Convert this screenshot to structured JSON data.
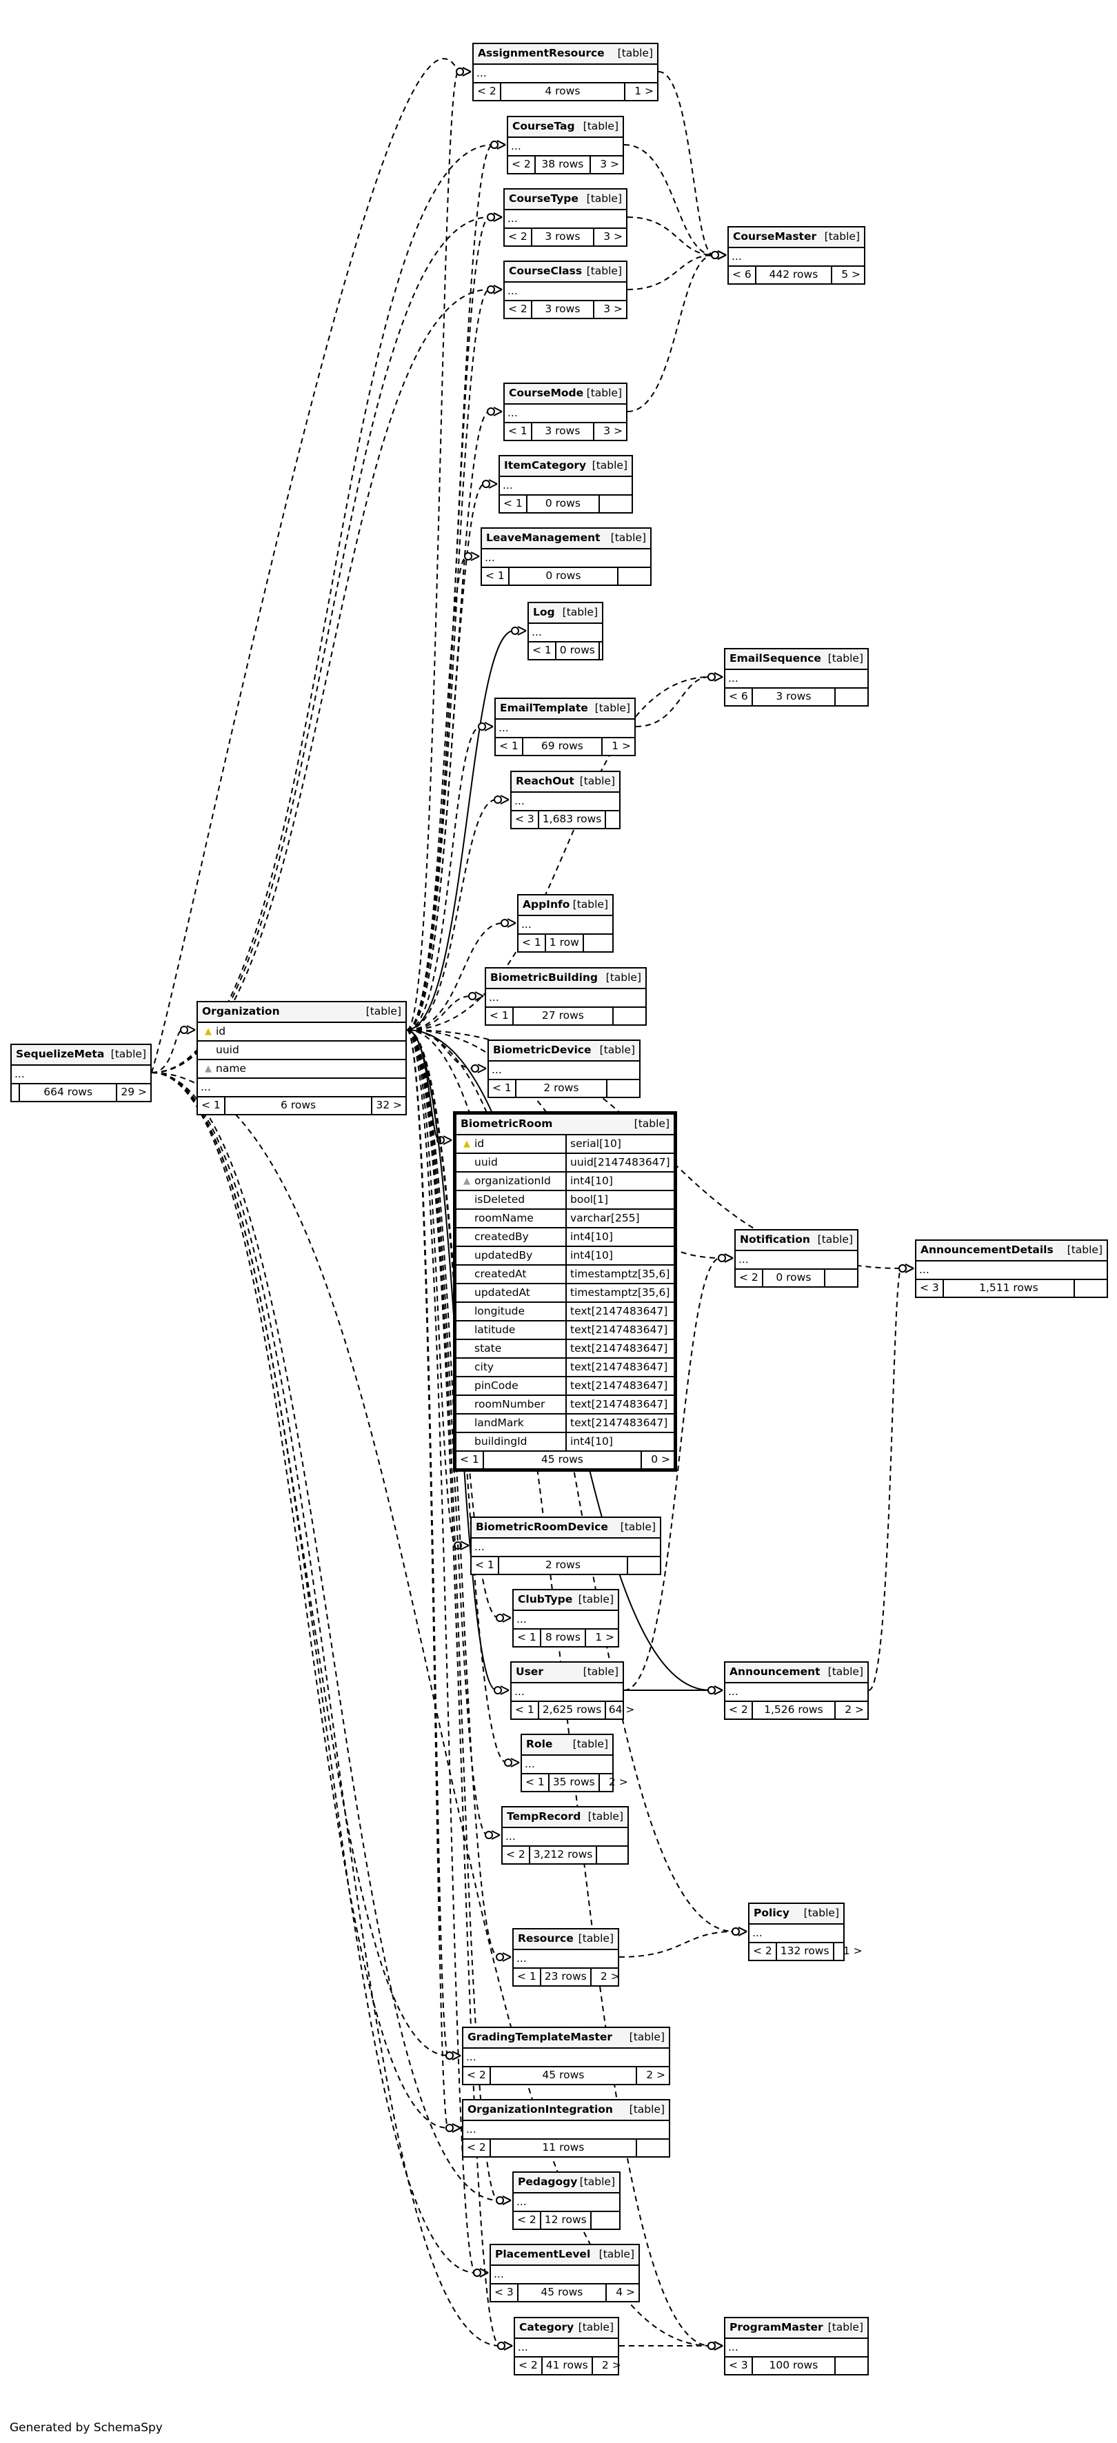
{
  "footer": {
    "generated_by": "Generated by SchemaSpy"
  },
  "tables": [
    {
      "id": "SequelizeMeta",
      "name": "SequelizeMeta",
      "kind": "[table]",
      "rows": "664 rows",
      "parents": "",
      "children": "29 >"
    },
    {
      "id": "Organization",
      "name": "Organization",
      "kind": "[table]",
      "columns": [
        {
          "name": "id",
          "key": "pk"
        },
        {
          "name": "uuid",
          "key": ""
        },
        {
          "name": "name",
          "key": "fk"
        }
      ],
      "more": "...",
      "rows": "6 rows",
      "parents": "< 1",
      "children": "32 >"
    },
    {
      "id": "AssignmentResource",
      "name": "AssignmentResource",
      "kind": "[table]",
      "rows": "4 rows",
      "parents": "< 2",
      "children": "1 >"
    },
    {
      "id": "CourseTag",
      "name": "CourseTag",
      "kind": "[table]",
      "rows": "38 rows",
      "parents": "< 2",
      "children": "3 >"
    },
    {
      "id": "CourseType",
      "name": "CourseType",
      "kind": "[table]",
      "rows": "3 rows",
      "parents": "< 2",
      "children": "3 >"
    },
    {
      "id": "CourseClass",
      "name": "CourseClass",
      "kind": "[table]",
      "rows": "3 rows",
      "parents": "< 2",
      "children": "3 >"
    },
    {
      "id": "CourseMaster",
      "name": "CourseMaster",
      "kind": "[table]",
      "rows": "442 rows",
      "parents": "< 6",
      "children": "5 >"
    },
    {
      "id": "CourseMode",
      "name": "CourseMode",
      "kind": "[table]",
      "rows": "3 rows",
      "parents": "< 1",
      "children": "3 >"
    },
    {
      "id": "ItemCategory",
      "name": "ItemCategory",
      "kind": "[table]",
      "rows": "0 rows",
      "parents": "< 1",
      "children": ""
    },
    {
      "id": "LeaveManagement",
      "name": "LeaveManagement",
      "kind": "[table]",
      "rows": "0 rows",
      "parents": "< 1",
      "children": ""
    },
    {
      "id": "Log",
      "name": "Log",
      "kind": "[table]",
      "rows": "0 rows",
      "parents": "< 1",
      "children": ""
    },
    {
      "id": "EmailSequence",
      "name": "EmailSequence",
      "kind": "[table]",
      "rows": "3 rows",
      "parents": "< 6",
      "children": ""
    },
    {
      "id": "EmailTemplate",
      "name": "EmailTemplate",
      "kind": "[table]",
      "rows": "69 rows",
      "parents": "< 1",
      "children": "1 >"
    },
    {
      "id": "ReachOut",
      "name": "ReachOut",
      "kind": "[table]",
      "rows": "1,683 rows",
      "parents": "< 3",
      "children": ""
    },
    {
      "id": "AppInfo",
      "name": "AppInfo",
      "kind": "[table]",
      "rows": "1 row",
      "parents": "< 1",
      "children": ""
    },
    {
      "id": "BiometricBuilding",
      "name": "BiometricBuilding",
      "kind": "[table]",
      "rows": "27 rows",
      "parents": "< 1",
      "children": ""
    },
    {
      "id": "BiometricDevice",
      "name": "BiometricDevice",
      "kind": "[table]",
      "rows": "2 rows",
      "parents": "< 1",
      "children": ""
    },
    {
      "id": "BiometricRoom",
      "name": "BiometricRoom",
      "kind": "[table]",
      "columns": [
        {
          "name": "id",
          "type": "serial[10]",
          "key": "pk"
        },
        {
          "name": "uuid",
          "type": "uuid[2147483647]",
          "key": ""
        },
        {
          "name": "organizationId",
          "type": "int4[10]",
          "key": "fk"
        },
        {
          "name": "isDeleted",
          "type": "bool[1]",
          "key": ""
        },
        {
          "name": "roomName",
          "type": "varchar[255]",
          "key": ""
        },
        {
          "name": "createdBy",
          "type": "int4[10]",
          "key": ""
        },
        {
          "name": "updatedBy",
          "type": "int4[10]",
          "key": ""
        },
        {
          "name": "createdAt",
          "type": "timestamptz[35,6]",
          "key": ""
        },
        {
          "name": "updatedAt",
          "type": "timestamptz[35,6]",
          "key": ""
        },
        {
          "name": "longitude",
          "type": "text[2147483647]",
          "key": ""
        },
        {
          "name": "latitude",
          "type": "text[2147483647]",
          "key": ""
        },
        {
          "name": "state",
          "type": "text[2147483647]",
          "key": ""
        },
        {
          "name": "city",
          "type": "text[2147483647]",
          "key": ""
        },
        {
          "name": "pinCode",
          "type": "text[2147483647]",
          "key": ""
        },
        {
          "name": "roomNumber",
          "type": "text[2147483647]",
          "key": ""
        },
        {
          "name": "landMark",
          "type": "text[2147483647]",
          "key": ""
        },
        {
          "name": "buildingId",
          "type": "int4[10]",
          "key": ""
        }
      ],
      "rows": "45 rows",
      "parents": "< 1",
      "children": "0 >"
    },
    {
      "id": "Notification",
      "name": "Notification",
      "kind": "[table]",
      "rows": "0 rows",
      "parents": "< 2",
      "children": ""
    },
    {
      "id": "AnnouncementDetails",
      "name": "AnnouncementDetails",
      "kind": "[table]",
      "rows": "1,511 rows",
      "parents": "< 3",
      "children": ""
    },
    {
      "id": "BiometricRoomDevice",
      "name": "BiometricRoomDevice",
      "kind": "[table]",
      "rows": "2 rows",
      "parents": "< 1",
      "children": ""
    },
    {
      "id": "ClubType",
      "name": "ClubType",
      "kind": "[table]",
      "rows": "8 rows",
      "parents": "< 1",
      "children": "1 >"
    },
    {
      "id": "User",
      "name": "User",
      "kind": "[table]",
      "rows": "2,625 rows",
      "parents": "< 1",
      "children": "64 >"
    },
    {
      "id": "Announcement",
      "name": "Announcement",
      "kind": "[table]",
      "rows": "1,526 rows",
      "parents": "< 2",
      "children": "2 >"
    },
    {
      "id": "Role",
      "name": "Role",
      "kind": "[table]",
      "rows": "35 rows",
      "parents": "< 1",
      "children": "2 >"
    },
    {
      "id": "TempRecord",
      "name": "TempRecord",
      "kind": "[table]",
      "rows": "3,212 rows",
      "parents": "< 2",
      "children": ""
    },
    {
      "id": "Policy",
      "name": "Policy",
      "kind": "[table]",
      "rows": "132 rows",
      "parents": "< 2",
      "children": "1 >"
    },
    {
      "id": "Resource",
      "name": "Resource",
      "kind": "[table]",
      "rows": "23 rows",
      "parents": "< 1",
      "children": "2 >"
    },
    {
      "id": "GradingTemplateMaster",
      "name": "GradingTemplateMaster",
      "kind": "[table]",
      "rows": "45 rows",
      "parents": "< 2",
      "children": "2 >"
    },
    {
      "id": "OrganizationIntegration",
      "name": "OrganizationIntegration",
      "kind": "[table]",
      "rows": "11 rows",
      "parents": "< 2",
      "children": ""
    },
    {
      "id": "Pedagogy",
      "name": "Pedagogy",
      "kind": "[table]",
      "rows": "12 rows",
      "parents": "< 2",
      "children": ""
    },
    {
      "id": "PlacementLevel",
      "name": "PlacementLevel",
      "kind": "[table]",
      "rows": "45 rows",
      "parents": "< 3",
      "children": "4 >"
    },
    {
      "id": "Category",
      "name": "Category",
      "kind": "[table]",
      "rows": "41 rows",
      "parents": "< 2",
      "children": "2 >"
    },
    {
      "id": "ProgramMaster",
      "name": "ProgramMaster",
      "kind": "[table]",
      "rows": "100 rows",
      "parents": "< 3",
      "children": ""
    }
  ]
}
